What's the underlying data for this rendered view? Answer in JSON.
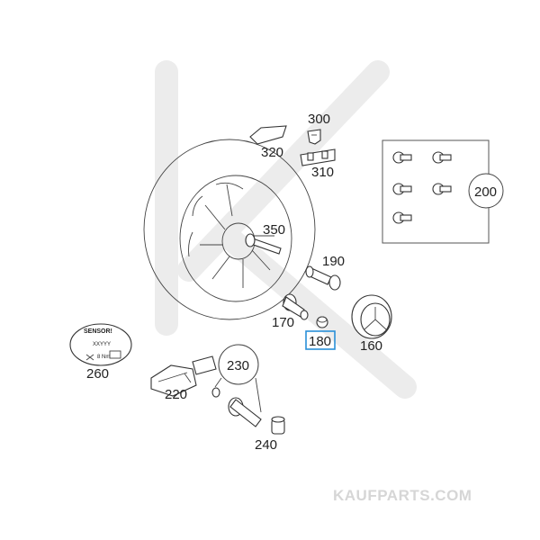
{
  "labels": {
    "p300": "300",
    "p320": "320",
    "p310": "310",
    "p350": "350",
    "p190": "190",
    "p200": "200",
    "p170": "170",
    "p180": "180",
    "p160": "160",
    "p260": "260",
    "p230": "230",
    "p220": "220",
    "p240": "240"
  },
  "sticker": {
    "brand": "SENSOR!",
    "code": "XXYYY",
    "torque": "8 Nm"
  },
  "watermark": "KAUFPARTS.COM",
  "colors": {
    "highlight": "#2a8fd8",
    "watermark": "#d6d6d6"
  }
}
